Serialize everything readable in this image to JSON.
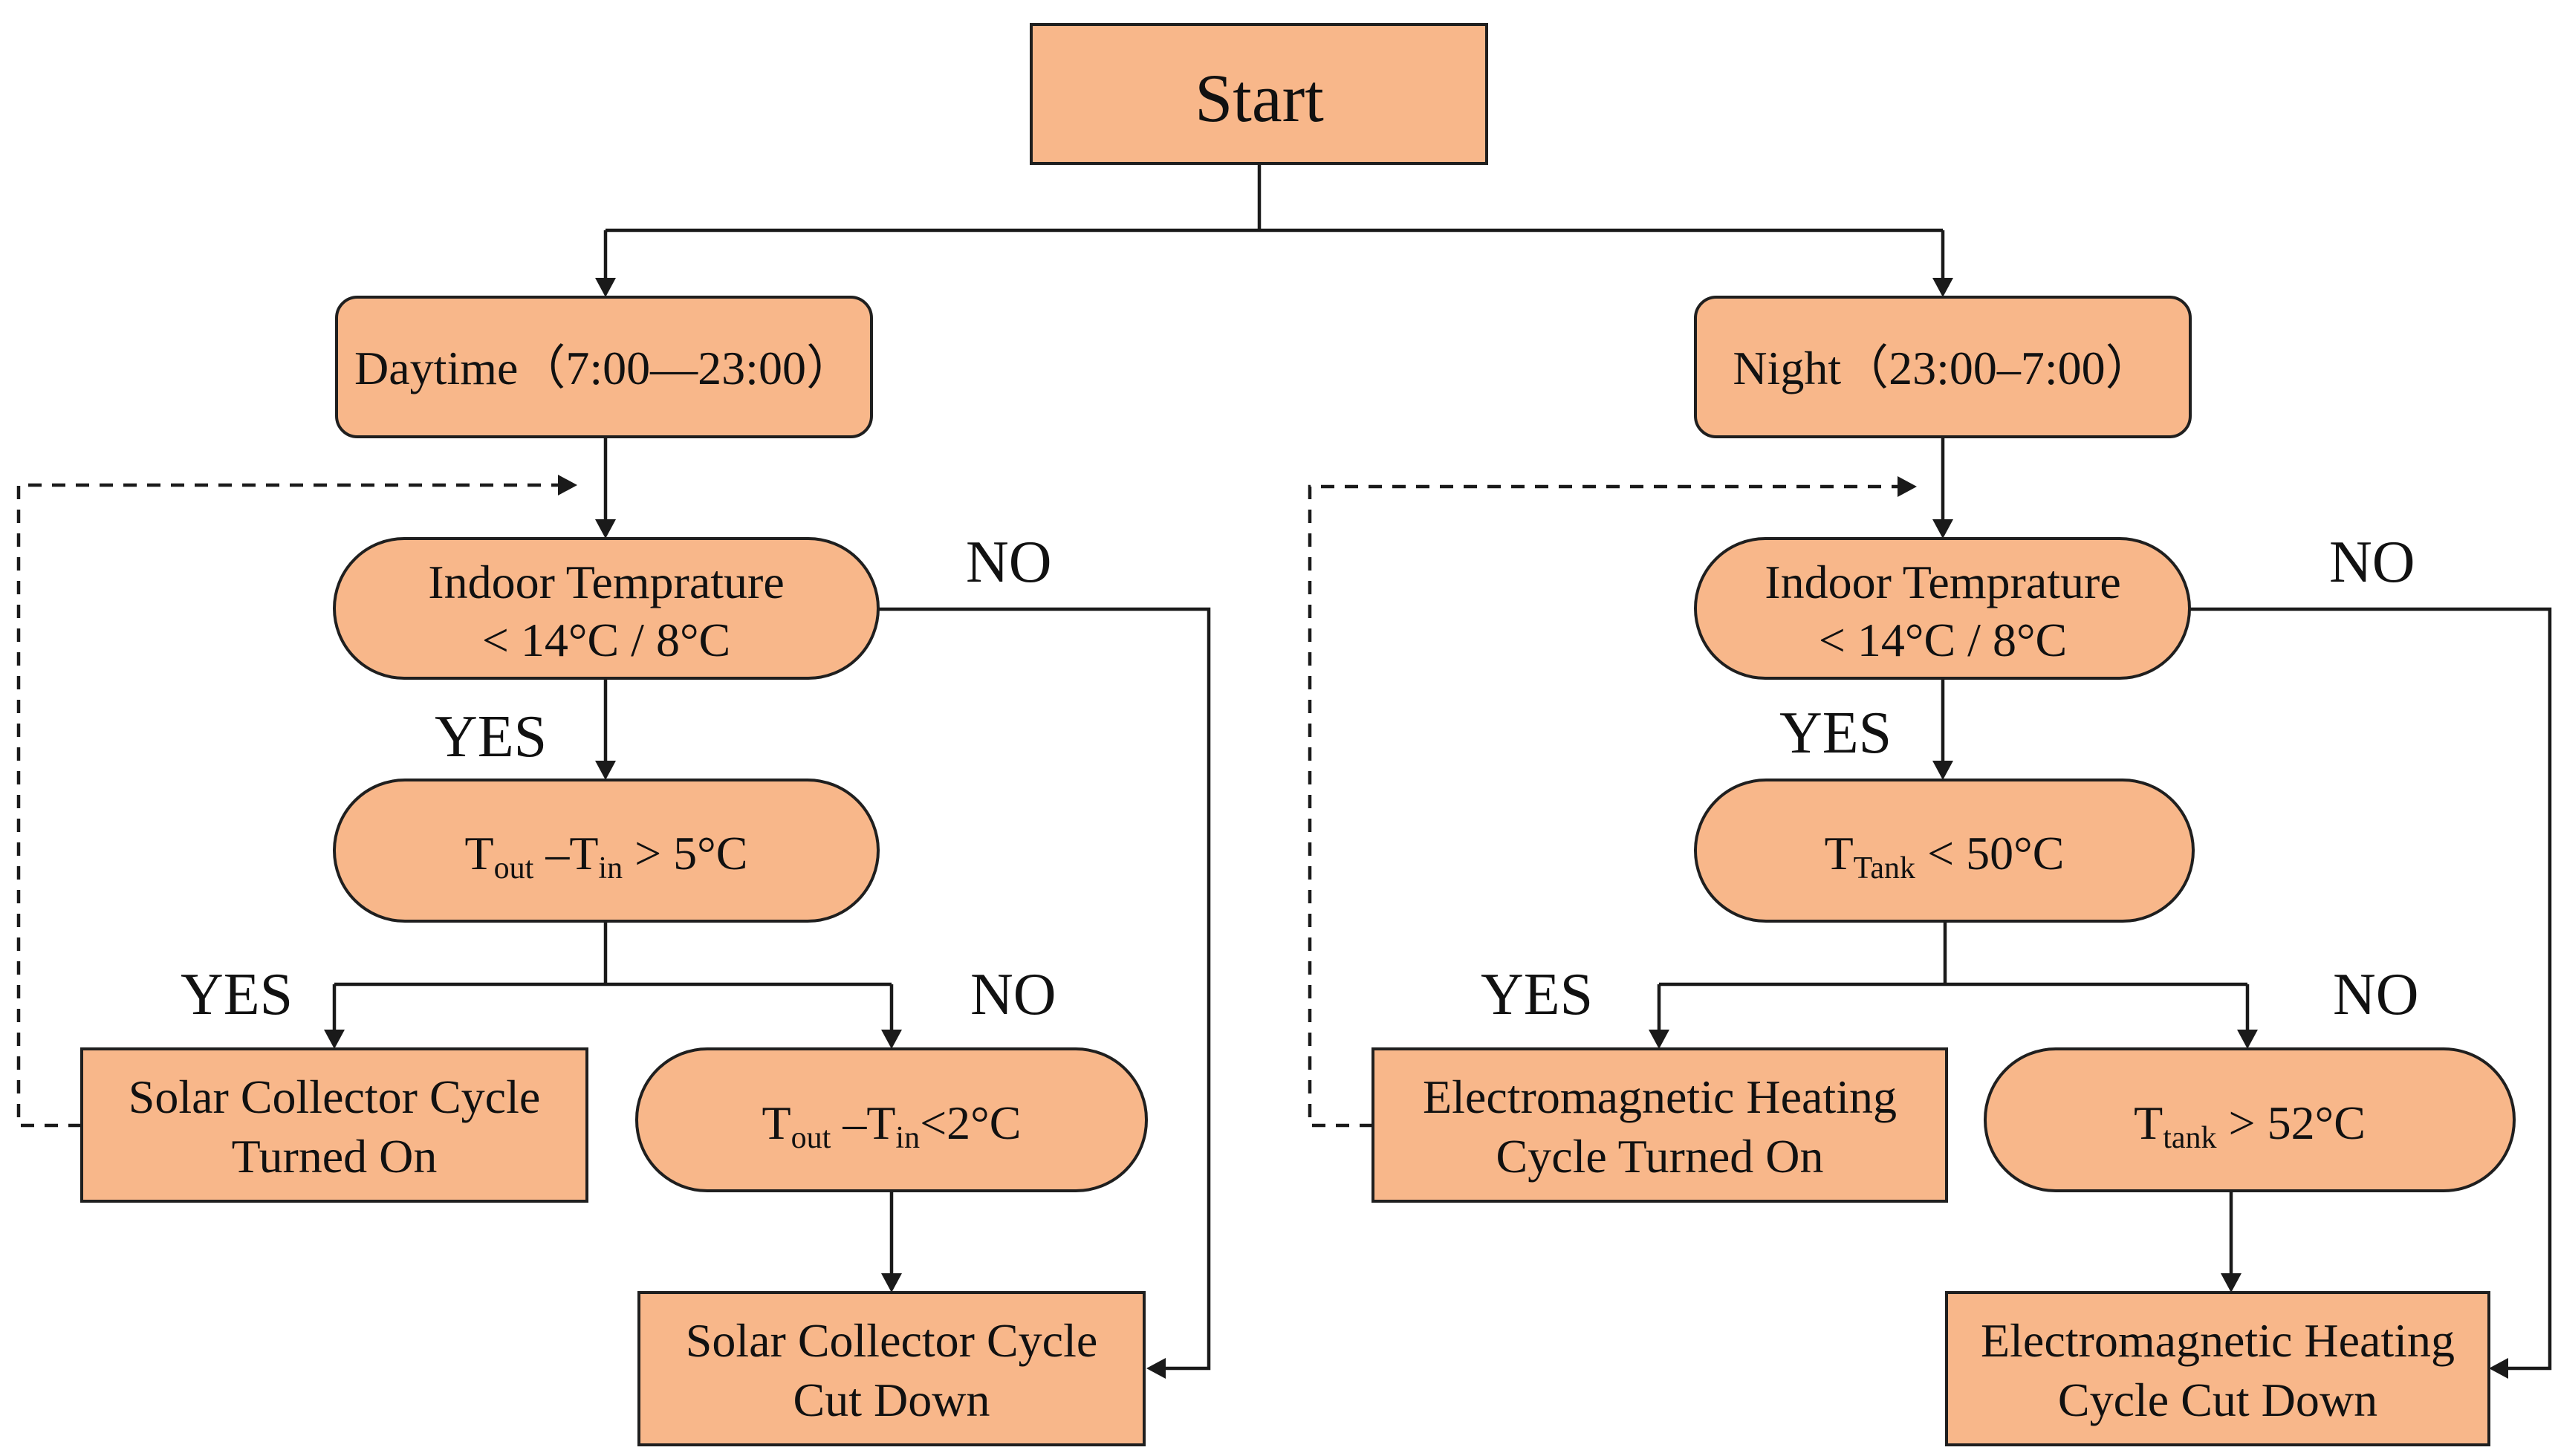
{
  "nodes": {
    "start": "Start",
    "daytime": "Daytime（7:00—23:00）",
    "night": "Night（23:00–7:00）",
    "day_indoor": [
      "Indoor Temprature",
      "< 14°C / 8°C"
    ],
    "night_indoor": [
      "Indoor Temprature",
      "< 14°C / 8°C"
    ],
    "day_delta5": {
      "t1": "T",
      "s1": "out",
      "mid": " –T",
      "s2": "in",
      "rest": " > 5°C"
    },
    "night_tank50": {
      "t1": "T",
      "s1": "Tank",
      "rest": " < 50°C"
    },
    "solar_on": [
      "Solar Collector Cycle",
      "Turned On"
    ],
    "day_delta2": {
      "t1": "T",
      "s1": "out",
      "mid": " –T",
      "s2": "in",
      "rest": "<2°C"
    },
    "em_on": [
      "Electromagnetic Heating",
      "Cycle Turned On"
    ],
    "night_tank52": {
      "t1": "T",
      "s1": "tank",
      "rest": " > 52°C"
    },
    "solar_cut": [
      "Solar Collector Cycle",
      "Cut Down"
    ],
    "em_cut": [
      "Electromagnetic Heating",
      "Cycle Cut Down"
    ]
  },
  "labels": {
    "day_indoor_no": "NO",
    "day_indoor_yes": "YES",
    "day_delta_yes": "YES",
    "day_delta_no": "NO",
    "night_indoor_no": "NO",
    "night_indoor_yes": "YES",
    "night_tank_yes": "YES",
    "night_tank_no": "NO"
  },
  "colors": {
    "node_fill": "#F8B78A",
    "stroke": "#1a1a1a"
  }
}
